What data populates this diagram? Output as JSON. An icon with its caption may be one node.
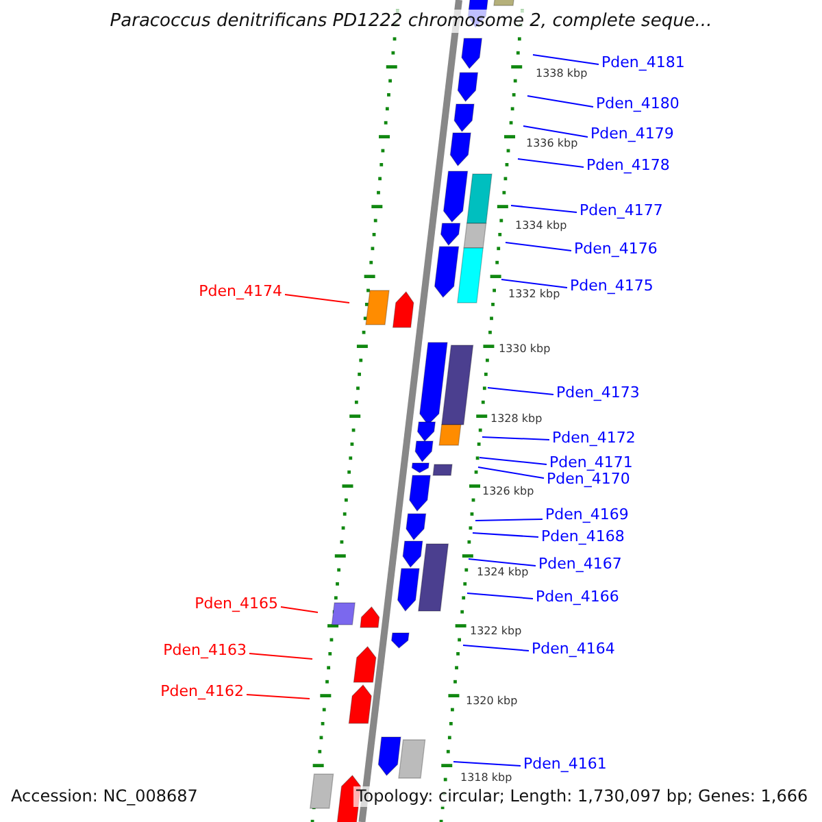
{
  "diagram": {
    "title": "Paracoccus denitrificans PD1222 chromosome 2, complete seque...",
    "nodes": [
      {
        "text": [
          "Pden_4181"
        ]
      },
      {
        "text": [
          "Pden_4180"
        ]
      },
      {
        "text": [
          "Pden_4179"
        ]
      },
      {
        "text": [
          "Pden_4178"
        ]
      },
      {
        "text": [
          "Pden_4177"
        ]
      },
      {
        "text": [
          "Pden_4176"
        ]
      },
      {
        "text": [
          "Pden_4174"
        ]
      },
      {
        "text": [
          "Pden_4175"
        ]
      },
      {
        "text": [
          "Pden_4173"
        ]
      },
      {
        "text": [
          "Pden_4172"
        ]
      },
      {
        "text": [
          "Pden_4171"
        ]
      },
      {
        "text": [
          "Pden_4170"
        ]
      },
      {
        "text": [
          "Pden_4169"
        ]
      },
      {
        "text": [
          "Pden_4168"
        ]
      },
      {
        "text": [
          "Pden_4167"
        ]
      },
      {
        "text": [
          "Pden_4166"
        ]
      },
      {
        "text": [
          "Pden_4165"
        ]
      },
      {
        "text": [
          "Pden_4164"
        ]
      },
      {
        "text": [
          "Pden_4163"
        ]
      },
      {
        "text": [
          "Pden_4162"
        ]
      },
      {
        "text": [
          "Pden_4161"
        ]
      }
    ],
    "edges": [
      {
        "from": 0,
        "to": null,
        "arrow": "none"
      },
      {
        "from": 1,
        "to": null,
        "arrow": "none"
      },
      {
        "from": 2,
        "to": null,
        "arrow": "none"
      },
      {
        "from": 3,
        "to": null,
        "arrow": "none"
      },
      {
        "from": 4,
        "to": null,
        "arrow": "none"
      },
      {
        "from": 5,
        "to": null,
        "arrow": "none"
      },
      {
        "from": 6,
        "to": null,
        "arrow": "none",
        "color": "#ff0000"
      },
      {
        "from": 7,
        "to": null,
        "arrow": "none"
      },
      {
        "from": 8,
        "to": null,
        "arrow": "none"
      },
      {
        "from": 9,
        "to": null,
        "arrow": "none"
      },
      {
        "from": 10,
        "to": null,
        "arrow": "none"
      },
      {
        "from": 11,
        "to": null,
        "arrow": "none"
      },
      {
        "from": 12,
        "to": null,
        "arrow": "none"
      },
      {
        "from": 13,
        "to": null,
        "arrow": "none"
      },
      {
        "from": 14,
        "to": null,
        "arrow": "none"
      },
      {
        "from": 15,
        "to": null,
        "arrow": "none"
      },
      {
        "from": 16,
        "to": null,
        "arrow": "none",
        "color": "#ff0000"
      },
      {
        "from": 17,
        "to": null,
        "arrow": "none"
      },
      {
        "from": 18,
        "to": null,
        "arrow": "none",
        "color": "#ff0000"
      },
      {
        "from": 19,
        "to": null,
        "arrow": "none",
        "color": "#ff0000"
      },
      {
        "from": 20,
        "to": null,
        "arrow": "none"
      }
    ],
    "labels": [
      "1338 kbp",
      "1336 kbp",
      "1334 kbp",
      "1332 kbp",
      "1330 kbp",
      "1328 kbp",
      "1326 kbp",
      "1324 kbp",
      "1322 kbp",
      "1320 kbp",
      "1318 kbp",
      "Accession: NC_008687",
      "Topology: circular; Length: 1,730,097 bp; Genes: 1,666"
    ]
  }
}
